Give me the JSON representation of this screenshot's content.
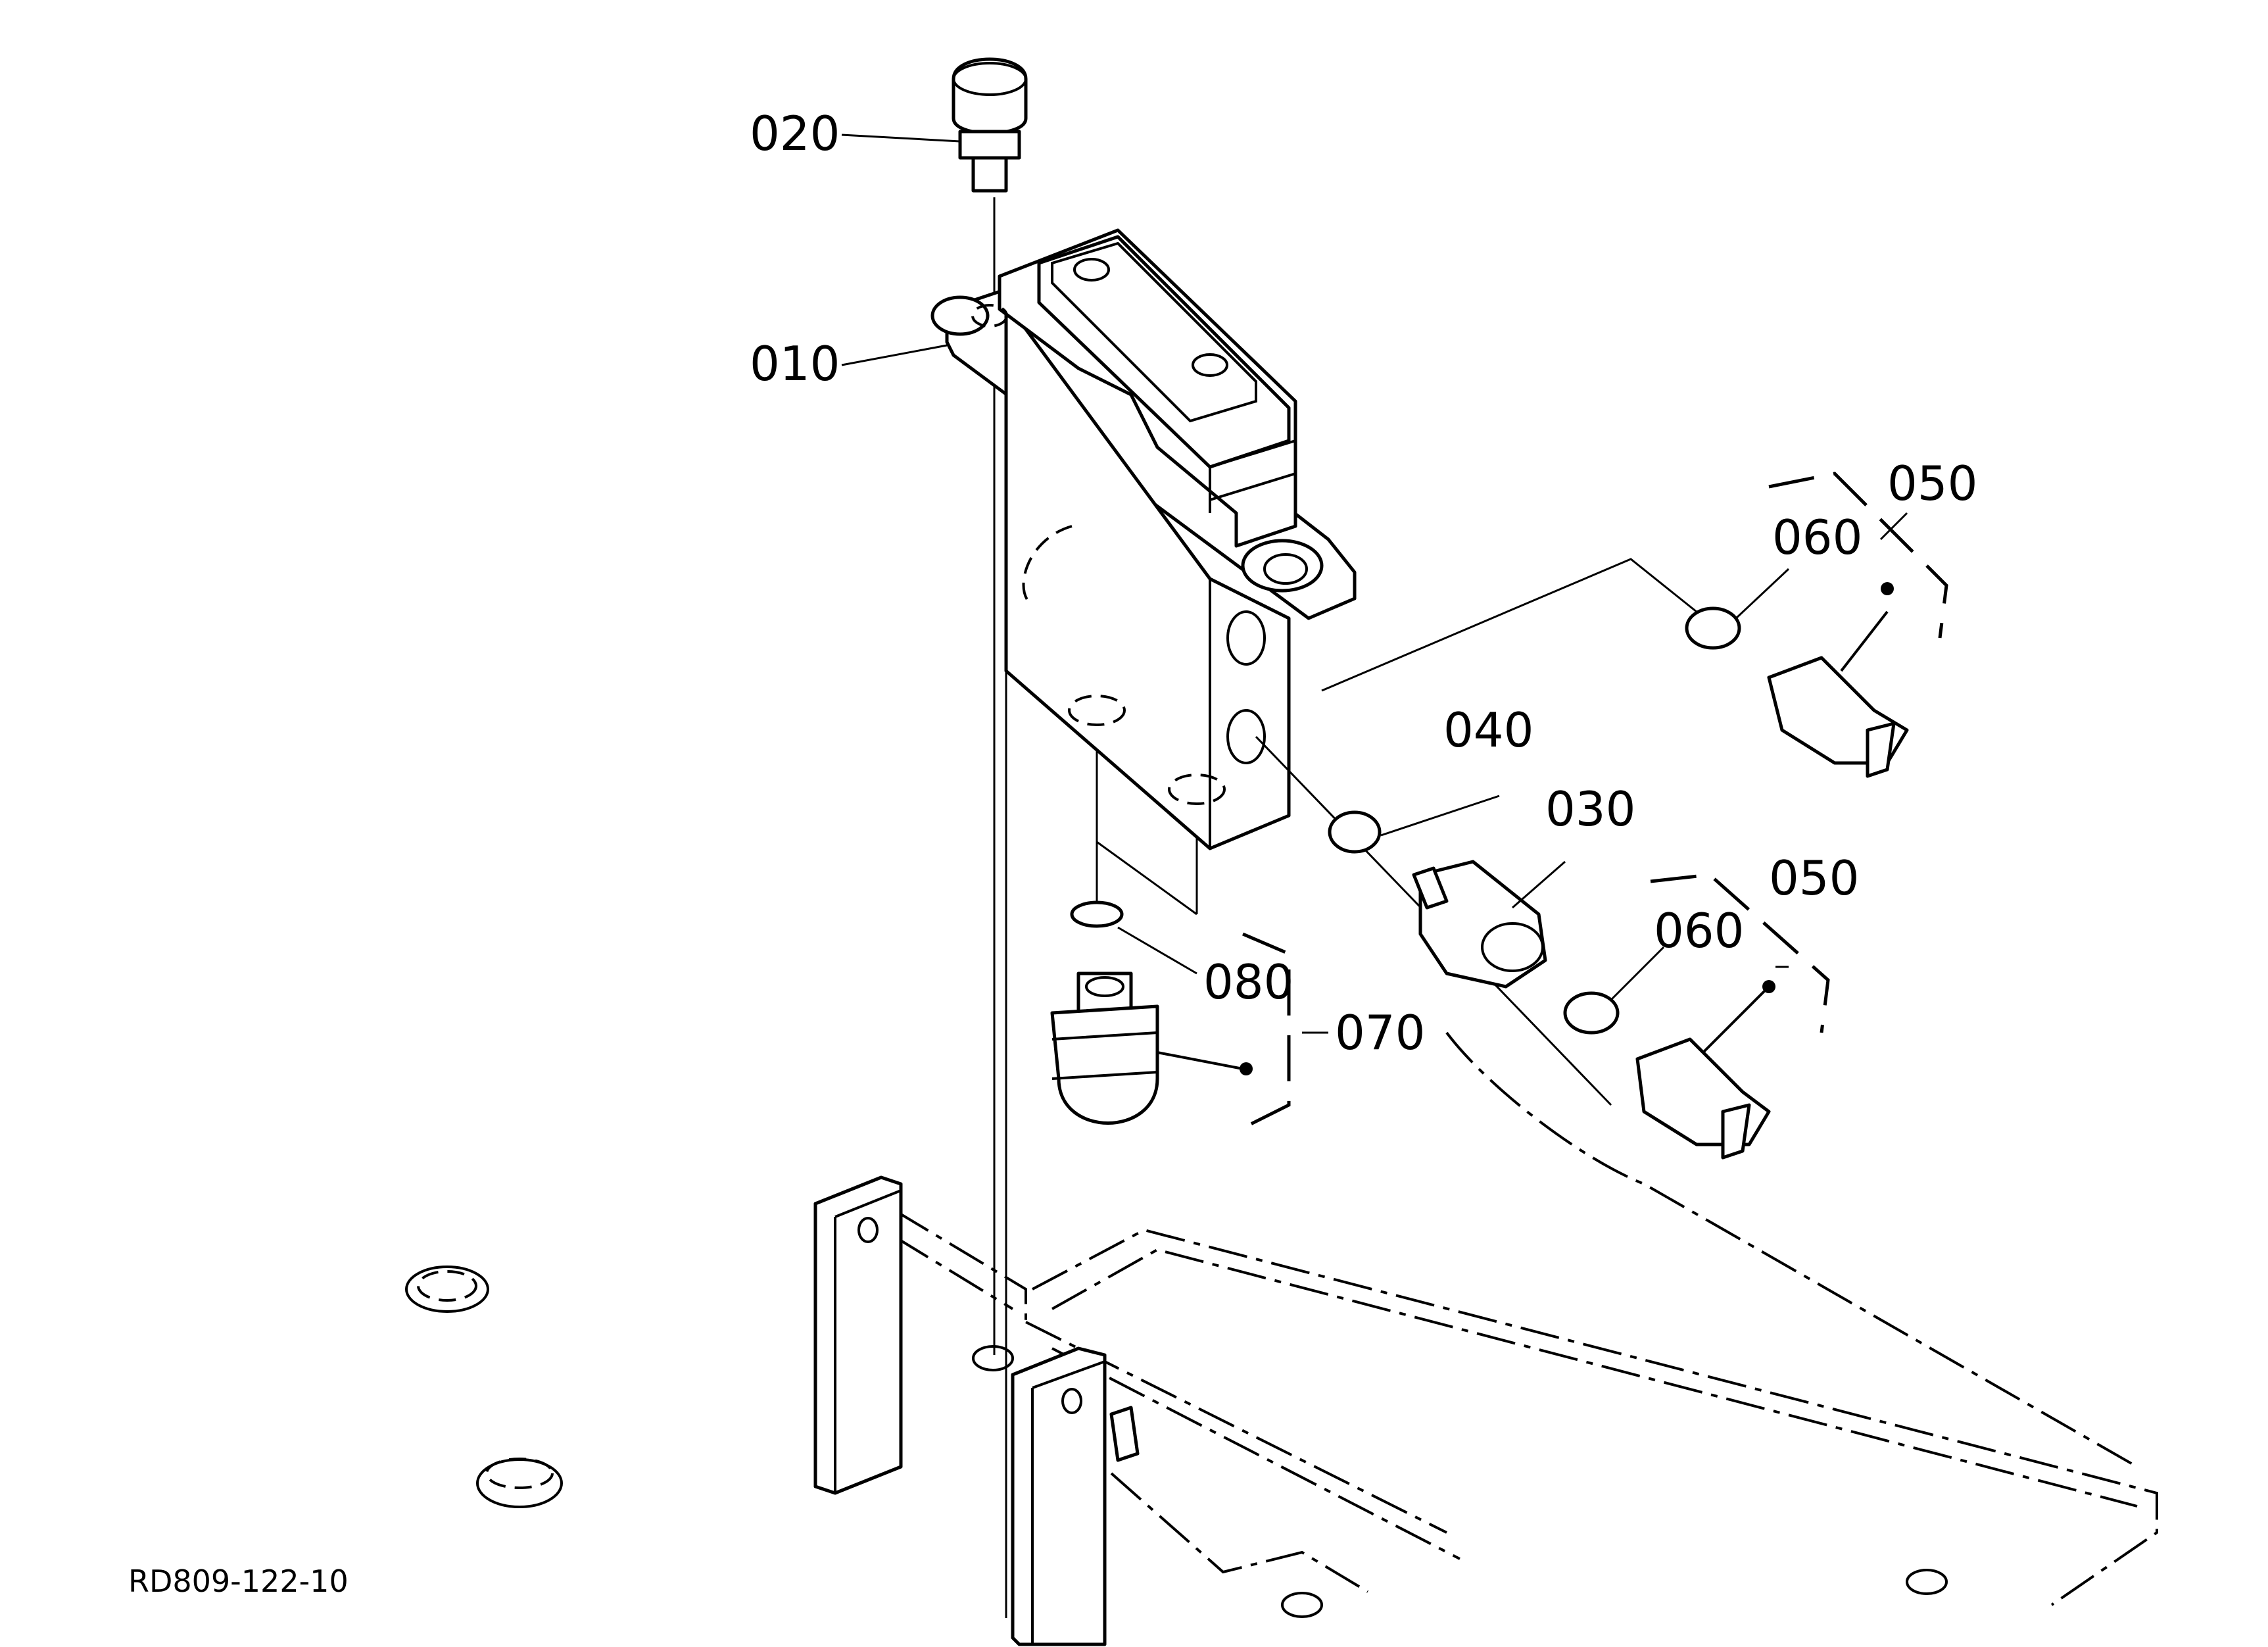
{
  "diagram": {
    "drawing_ref": "RD809-122-10",
    "parts": [
      {
        "id": "p010",
        "number": "010"
      },
      {
        "id": "p020",
        "number": "020"
      },
      {
        "id": "p030",
        "number": "030"
      },
      {
        "id": "p040",
        "number": "040"
      },
      {
        "id": "p050a",
        "number": "050"
      },
      {
        "id": "p050b",
        "number": "050"
      },
      {
        "id": "p060a",
        "number": "060"
      },
      {
        "id": "p060b",
        "number": "060"
      },
      {
        "id": "p070",
        "number": "070"
      },
      {
        "id": "p080",
        "number": "080"
      }
    ]
  }
}
